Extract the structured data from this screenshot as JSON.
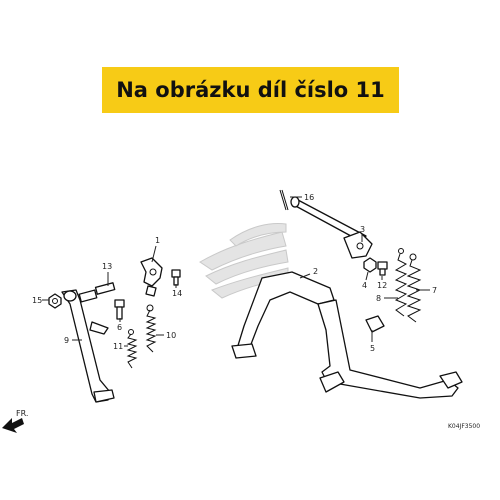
{
  "banner": {
    "text": "Na obrázku díl číslo 11",
    "bg_color": "#f7cb16"
  },
  "diagram": {
    "code": "K04JF3500",
    "direction_label": "FR.",
    "callouts": [
      "1",
      "2",
      "3",
      "4",
      "5",
      "6",
      "7",
      "8",
      "9",
      "10",
      "11",
      "12",
      "13",
      "14",
      "15",
      "16"
    ]
  }
}
